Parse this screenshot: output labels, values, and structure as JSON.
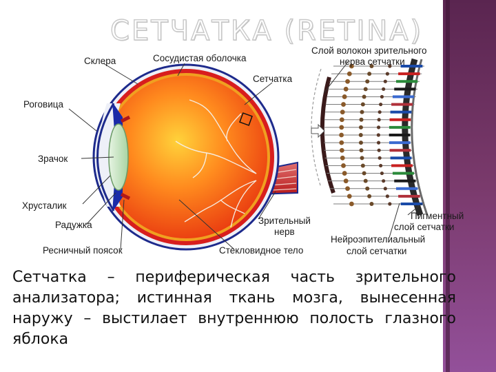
{
  "title": "СЕТЧАТКА (RETINA)",
  "labels": {
    "sclera": "Склера",
    "choroid": "Сосудистая оболочка",
    "nerve_fiber_layer_line1": "Слой волокон зрительного",
    "nerve_fiber_layer_line2": "нерва сетчатки",
    "retina": "Сетчатка",
    "cornea": "Роговица",
    "pupil": "Зрачок",
    "lens": "Хрусталик",
    "iris": "Радужка",
    "ciliary_zonule": "Ресничный поясок",
    "optic_nerve_line1": "Зрительный",
    "optic_nerve_line2": "нерв",
    "vitreous_body": "Стекловидное тело",
    "pigment_layer_line1": "Пигментный",
    "pigment_layer_line2": "слой сетчатки",
    "neuroepithelial_layer_line1": "Нейроэпителиальный",
    "neuroepithelial_layer_line2": "слой сетчатки"
  },
  "description": "Сетчатка – периферическая часть зрительного анализатора; истинная ткань мозга, вынесенная наружу – выстилает внутреннюю полость глазного яблока",
  "colors": {
    "sidebar": "#6b2f5e",
    "eye_interior": "#f25a1a",
    "choroid": "#d81e1e",
    "sclera_outline": "#1d2a8c",
    "lens": "#c9e6c6"
  }
}
